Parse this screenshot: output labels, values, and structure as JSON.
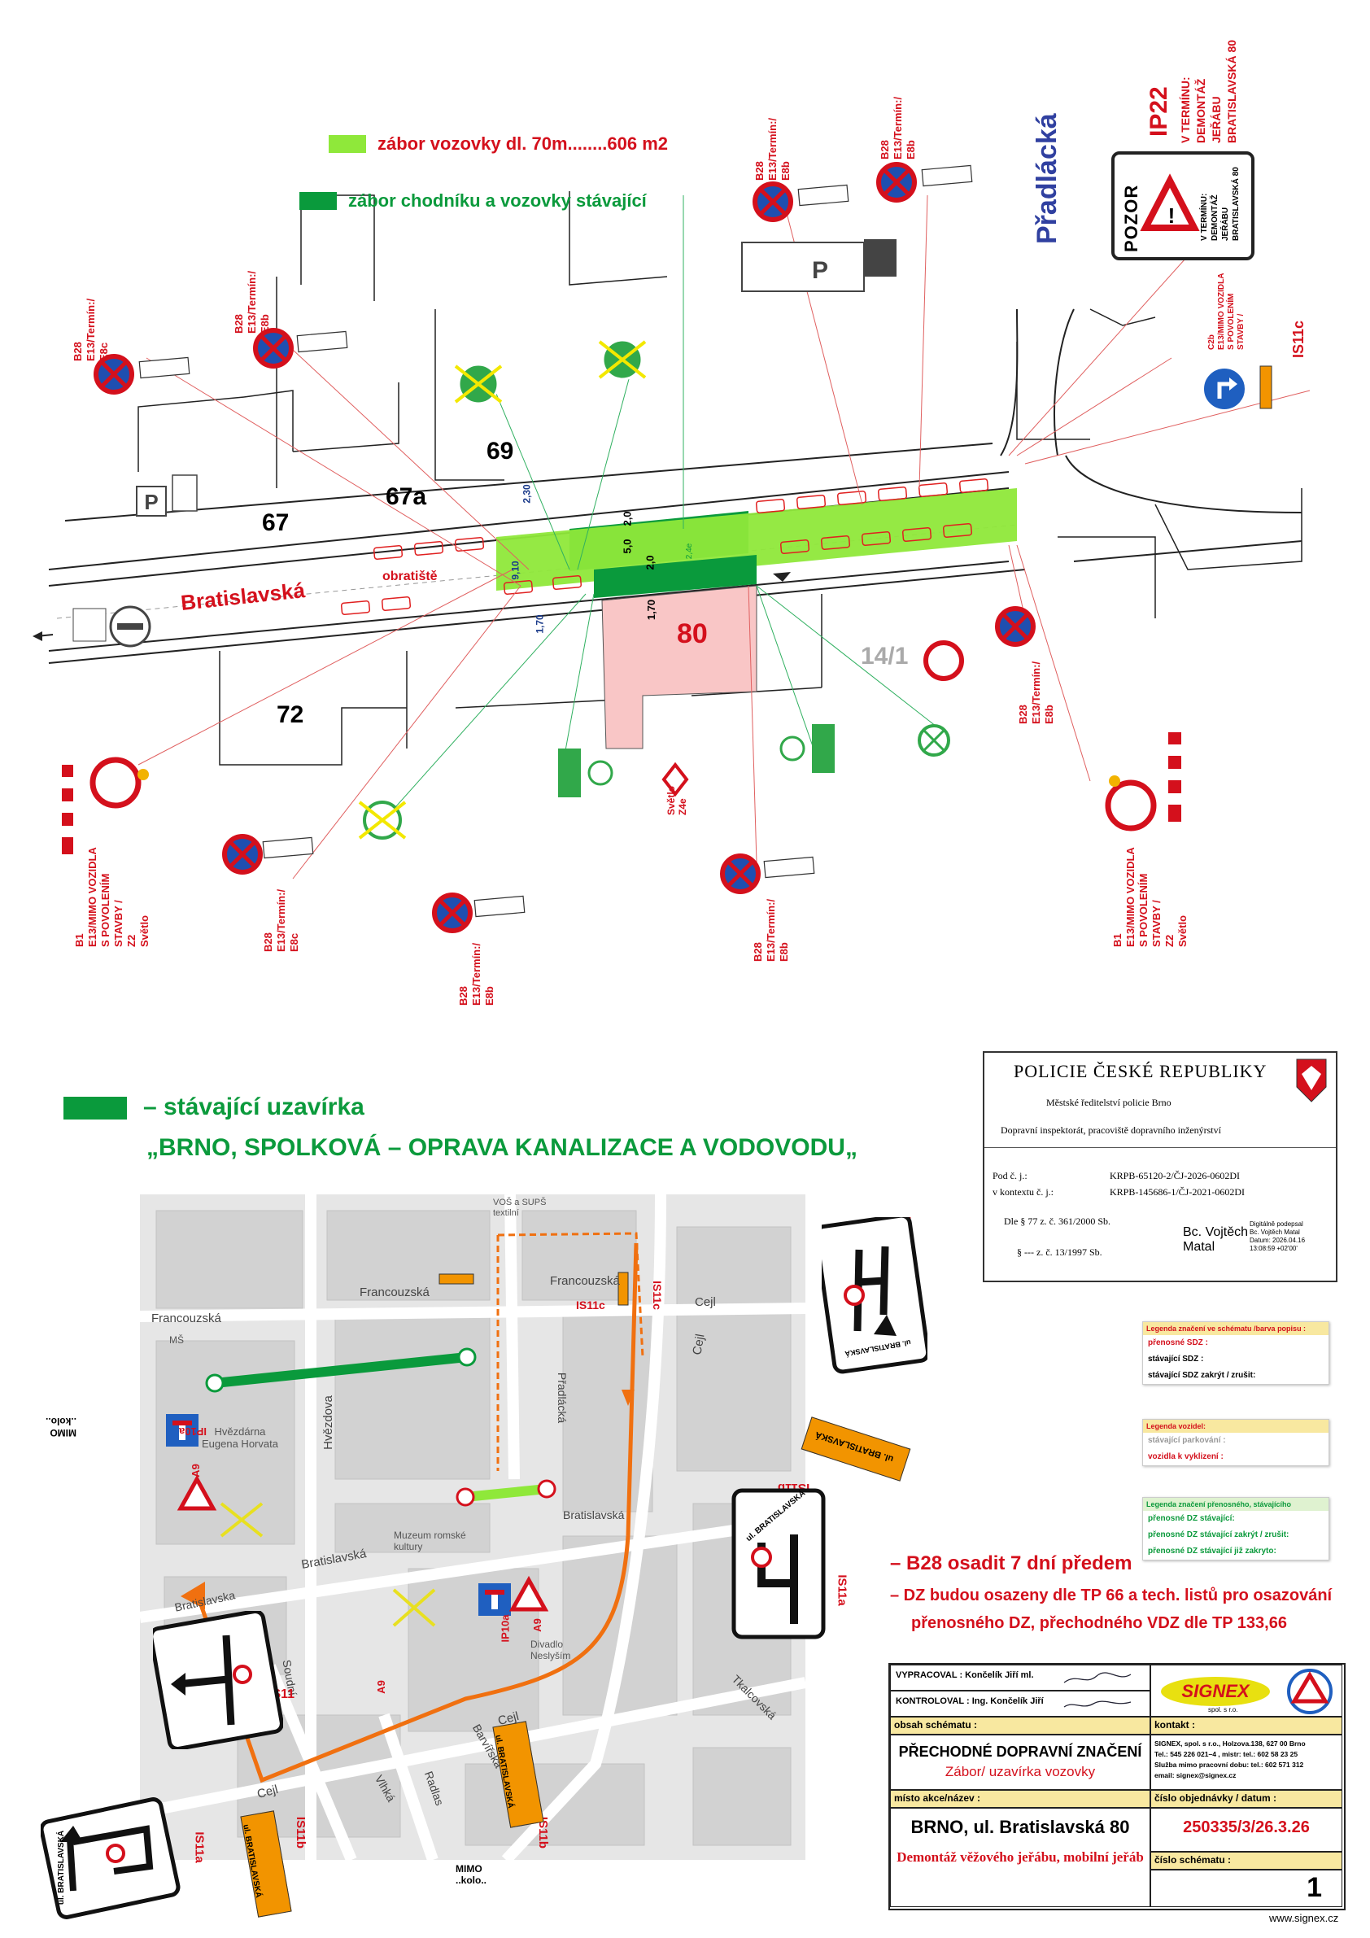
{
  "legend_top": {
    "zabor_vozovky": "zábor vozovky dl. 70m........606 m2",
    "zabor_stavajici": "zábor chodníku a vozovky stávající",
    "color_light_green": "#8fe83a",
    "color_dark_green": "#0a9a3c"
  },
  "streets": {
    "bratislavska": "Bratislavská",
    "pradlacka": "Přadlácká",
    "obratiste": "obratiště"
  },
  "buildings": {
    "b67": "67",
    "b67a": "67a",
    "b69": "69",
    "b72": "72",
    "b80": "80",
    "b14_1": "14/1"
  },
  "dimensions": {
    "d230": "2,30",
    "d50": "5,0",
    "d20": "2,0",
    "d20b": "2,0",
    "d170a": "1,70",
    "d170b": "1,70",
    "d910": "9,10",
    "d24e": "2,4e"
  },
  "sign_labels": {
    "b28_e13_e8c": "B28\nE13/Termín:/\nE8c",
    "b28_e13_e8b": "B28\nE13/Termín:/\nE8b",
    "b1_left": "B1\nE13/MIMO VOZIDLA\nS POVOLENÍM\nSTAVBY /\nZ2\nSvětlo",
    "b1_right": "B1\nE13/MIMO VOZIDLA\nS POVOLENÍM\nSTAVBY /\nZ2\nSvětlo",
    "svetlo_z4e": "Světlo\nZ4e",
    "c2b_label": "C2b\nE13/MIMO VOZIDLA\nS POVOLENÍM\nSTAVBY /",
    "is11c": "IS11c",
    "ip22": "IP22",
    "ip22_text": "V TERMÍNU:\nDEMONTÁŽ\nJEŘÁBU\nBRATISLAVSKÁ 80",
    "pozor": "POZOR",
    "pozor_text": "V TERMÍNU:\nDEMONTÁŽ\nJEŘÁBU\nBRATISLAVSKÁ 80"
  },
  "lower": {
    "stavajici_uzavirka": "– stávající uzavírka",
    "project": "„BRNO, SPOLKOVÁ – OPRAVA KANALIZACE A VODOVODU„",
    "b28_note": "– B28 osadit 7 dní předem",
    "dz_note_1": "– DZ budou osazeny dle TP 66 a tech. listů pro osazování",
    "dz_note_2": "přenosného DZ, přechodného VDZ dle TP 133,66",
    "map_labels": {
      "francouzska": "Francouzská",
      "francouzska2": "Francouzská",
      "hvezdova": "Hvězdova",
      "pradlacka": "Přadlácká",
      "bratislavska": "Bratislavská",
      "bratislavska2": "Bratislavská",
      "bratislavska3": "Bratislavska",
      "cejl": "Cejl",
      "cejl2": "Cejl",
      "cejl3": "Cejl",
      "cejl4": "Cejl",
      "soudni": "Soudní",
      "radlas": "Radlas",
      "barvirska": "Barvířská",
      "vlhka": "Vlhká",
      "tkalcovska": "Tkalcovská",
      "hvezdarna": "Hvězdárna\nEugena Horvata",
      "muzeum": "Muzeum romské\nkultury",
      "divadlo": "Divadlo\nNeslyším",
      "vos": "VOŠ a SUPŠ\ntextilní",
      "ms": "MŠ"
    },
    "sign_tags": {
      "is11a_top": "IS11a",
      "is11a_right": "IS11a",
      "is11a_bottom": "IS11a",
      "is11b_right": "IS11b",
      "is11b_bottom": "IS11b",
      "is11c": "IS11c",
      "is11c2": "IS11c",
      "is11_left": "IS11",
      "a9a": "A9",
      "a9b": "A9",
      "a9c": "A9",
      "ip10a_a": "IP10a",
      "ip10a_b": "IP10a",
      "mimo_kolo": "MIMO\n..kolo..",
      "mimo_kolo2": "MIMO\n..kolo..",
      "ul_bratislavska": "ul. BRATISLAVSKÁ"
    }
  },
  "police": {
    "title": "POLICIE ČESKÉ REPUBLIKY",
    "dept": "Městské ředitelství policie Brno",
    "office": "Dopravní inspektorát, pracoviště dopravního inženýrství",
    "pod_cj_label": "Pod č. j.:",
    "pod_cj": "KRPB-65120-2/ČJ-2026-0602DI",
    "kontext_label": "v kontextu č. j.:",
    "kontext": "KRPB-145686-1/ČJ-2021-0602DI",
    "law1": "Dle § 77 z. č. 361/2000 Sb.",
    "law2": "§ --- z. č. 13/1997 Sb.",
    "signer": "Bc. Vojtěch\nMatal",
    "digital": "Digitálně podepsal\nBc. Vojtěch Matal\nDatum: 2026.04.16\n13:08:59 +02'00'"
  },
  "legend_schema": {
    "header": "Legenda značení ve schématu /barva popisu :",
    "items": [
      "přenosné SDZ :",
      "stávající SDZ :",
      "stávající SDZ zakrýt / zrušit:"
    ]
  },
  "legend_vehicles": {
    "header": "Legenda vozidel:",
    "items": [
      "stávající parkování :",
      "vozidla k vyklizení :"
    ]
  },
  "legend_dz": {
    "header": "Legenda značení přenosného, stávajícího",
    "items": [
      "přenosné DZ stávající:",
      "přenosné DZ stávající zakrýt / zrušit:",
      "přenosné DZ stávající již zakryto:"
    ]
  },
  "title_block": {
    "vypracoval": "VYPRACOVAL : Končelík Jiří ml.",
    "kontroloval": "KONTROLOVAL : Ing. Končelík Jiří",
    "obsah_label": "obsah schématu :",
    "obsah_1": "PŘECHODNÉ DOPRAVNÍ ZNAČENÍ",
    "obsah_2": "Zábor/ uzavírka vozovky",
    "kontakt_label": "kontakt :",
    "kontakt": "SIGNEX, spol. s r.o., Holzova.138, 627 00 Brno\nTel.: 545 226 021–4 , mistr: tel.: 602 58 23 25\nSlužba mimo pracovní dobu: tel.: 602 571 312\nemail: signex@signex.cz",
    "misto_label": "místo akce/název :",
    "misto": "BRNO, ul. Bratislavská 80",
    "akce": "Demontáž věžového jeřábu, mobilní jeřáb",
    "cislo_obj_label": "číslo objednávky / datum :",
    "cislo_obj": "250335/3/26.3.26",
    "cislo_sch_label": "číslo schématu :",
    "cislo_sch": "1",
    "logo": "SIGNEX",
    "logo_sub": "spol. s r.o.",
    "web": "www.signex.cz"
  }
}
